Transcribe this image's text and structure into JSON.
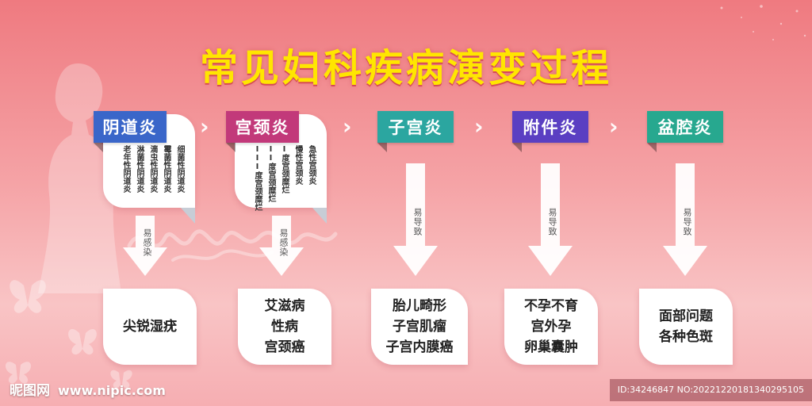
{
  "title": "常见妇科疾病演变过程",
  "columns": [
    {
      "label": "阴道炎",
      "color": "#3a66c9",
      "subtypes": [
        "细菌性阴道炎",
        "霉菌性阴道炎",
        "滴虫性阴道炎",
        "淋菌性阴道炎",
        "老年性阴道炎"
      ],
      "arrow_label": "易感染",
      "results": [
        "尖锐湿疣"
      ]
    },
    {
      "label": "宫颈炎",
      "color": "#c2397a",
      "subtypes": [
        "急性宫颈炎",
        "慢性宫颈炎",
        "I度宫颈糜烂",
        "II度宫颈糜烂",
        "III度宫颈糜烂"
      ],
      "arrow_label": "易感染",
      "results": [
        "艾滋病",
        "性病",
        "宫颈癌"
      ]
    },
    {
      "label": "子宫炎",
      "color": "#2ba6a0",
      "arrow_label": "易导致",
      "results": [
        "胎儿畸形",
        "子宫肌瘤",
        "子宫内膜癌"
      ]
    },
    {
      "label": "附件炎",
      "color": "#5a3fc2",
      "arrow_label": "易导致",
      "results": [
        "不孕不育",
        "宫外孕",
        "卵巢囊肿"
      ]
    },
    {
      "label": "盆腔炎",
      "color": "#27a88f",
      "arrow_label": "易导致",
      "results": [
        "面部问题",
        "各种色斑"
      ]
    }
  ],
  "watermark": {
    "site_name": "昵图网",
    "url": "www.nipic.com",
    "id_text": "ID:34246847 NO:20221220181340295105"
  }
}
